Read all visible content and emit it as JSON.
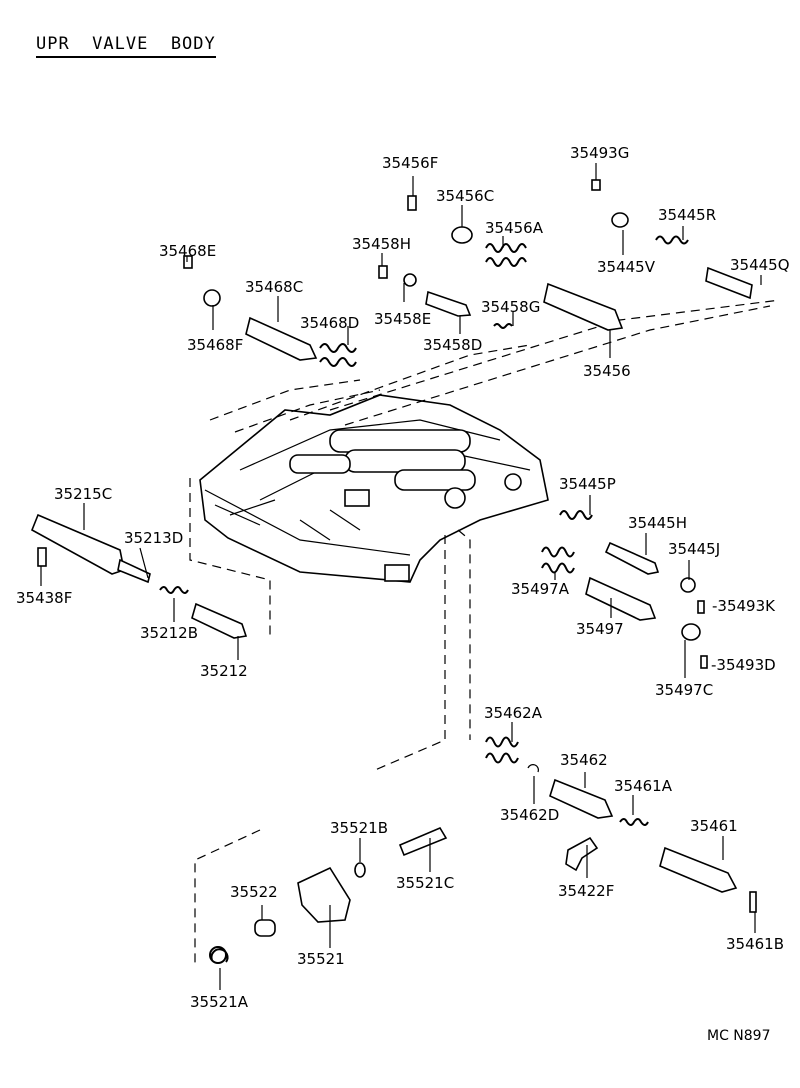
{
  "title": "UPR  VALVE  BODY",
  "diagram_code": "MC N897",
  "labels": {
    "p35456F": "35456F",
    "p35493G": "35493G",
    "p35456C": "35456C",
    "p35445R": "35445R",
    "p35456A": "35456A",
    "p35468E": "35468E",
    "p35458H": "35458H",
    "p35445V": "35445V",
    "p35445Q": "35445Q",
    "p35468C": "35468C",
    "p35458G": "35458G",
    "p35458E": "35458E",
    "p35468D": "35468D",
    "p35468F": "35468F",
    "p35458D": "35458D",
    "p35456": "35456",
    "p35215C": "35215C",
    "p35213D": "35213D",
    "p35445P": "35445P",
    "p35445H": "35445H",
    "p35445J": "35445J",
    "p35497A": "35497A",
    "p35438F": "35438F",
    "p35212B": "35212B",
    "p35493K": "-35493K",
    "p35497": "35497",
    "p35212": "35212",
    "p35493D": "-35493D",
    "p35497C": "35497C",
    "p35462A": "35462A",
    "p35462": "35462",
    "p35461A": "35461A",
    "p35462D": "35462D",
    "p35521B": "35521B",
    "p35461": "35461",
    "p35521C": "35521C",
    "p35422F": "35422F",
    "p35522": "35522",
    "p35521": "35521",
    "p35461B": "35461B",
    "p35521A": "35521A"
  }
}
